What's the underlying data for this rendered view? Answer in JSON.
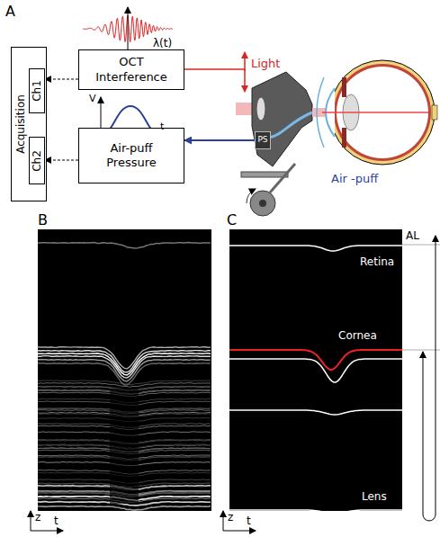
{
  "diagram": {
    "nodes": [
      {
        "text": [
          "Acquisition"
        ]
      },
      {
        "text": [
          "Ch1"
        ],
        "in": 0
      },
      {
        "text": [
          "Ch2"
        ],
        "in": 0
      },
      {
        "text": [
          "OCT Interference"
        ]
      },
      {
        "text": [
          "Air-puff Pressure"
        ]
      },
      {
        "text": [
          "PS"
        ]
      }
    ],
    "edges": [
      {
        "from": 3,
        "to": 1,
        "arrow": "to"
      },
      {
        "from": 4,
        "to": 2,
        "arrow": "to"
      },
      {
        "from": 5,
        "to": 4,
        "arrow": "to"
      }
    ],
    "labels": [
      "A",
      "λ(t)",
      "V",
      "t",
      "Light",
      "Air -puff",
      "B",
      "z",
      "t",
      "C",
      "AL",
      "Retina",
      "Cornea",
      "Lens",
      "z",
      "t"
    ]
  }
}
